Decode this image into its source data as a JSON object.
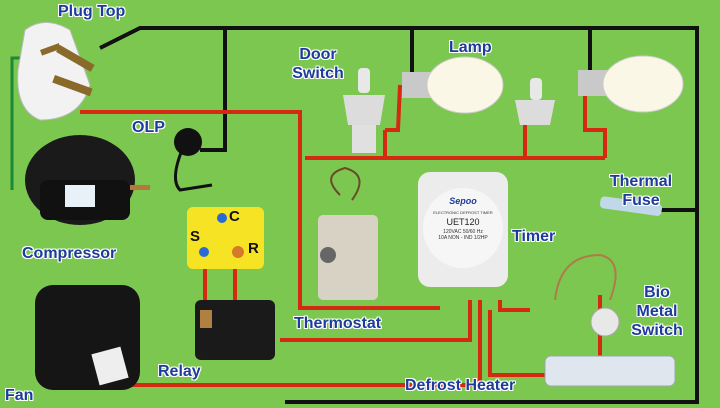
{
  "labels": {
    "plug_top": "Plug Top",
    "door_switch": "Door Switch",
    "lamp": "Lamp",
    "olp": "OLP",
    "thermal_fuse": "Thermal Fuse",
    "compressor": "Compressor",
    "timer": "Timer",
    "bio_metal_switch": "Bio Metal Switch",
    "thermostat": "Thermostat",
    "relay": "Relay",
    "fan": "Fan",
    "defrost_heater": "Defrost Heater"
  },
  "relay_terminals": {
    "s": "S",
    "c": "C",
    "r": "R"
  },
  "timer_face": {
    "brand": "Sepoo",
    "subtitle": "ELECTRONIC DEFROST TIMER",
    "model": "UET120",
    "rating1": "120VAC 50/60 Hz",
    "rating2": "10A NON - IND 1/2HP"
  },
  "colors": {
    "background": "#7cc74f",
    "label": "#1d3b9c",
    "wire_live": "#d42a12",
    "wire_neutral": "#111111",
    "wire_earth": "#1a8a3a"
  }
}
